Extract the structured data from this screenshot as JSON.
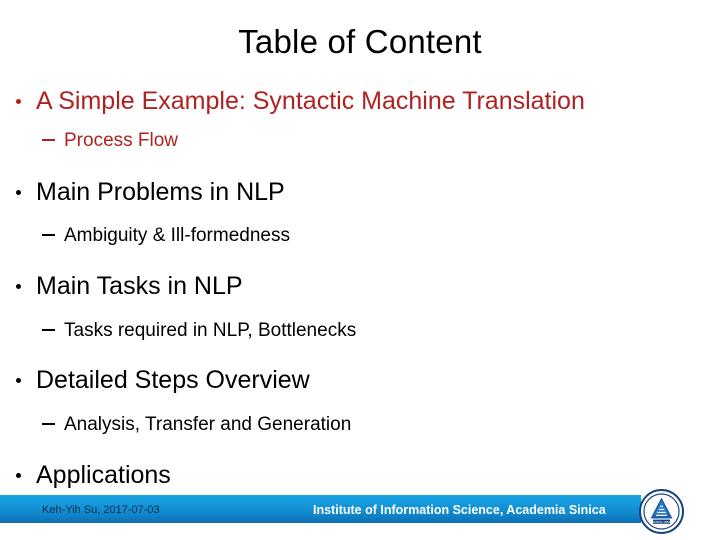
{
  "slide": {
    "title": "Table of Content",
    "background_color": "#ffffff",
    "accent_color": "#B02222",
    "text_color": "#000000",
    "outline": [
      {
        "level": 1,
        "text": "A Simple Example: Syntactic Machine Translation",
        "color": "#B02222"
      },
      {
        "level": 2,
        "text": "Process Flow",
        "color": "#B02222"
      },
      {
        "level": 1,
        "text": "Main Problems in NLP",
        "color": "#000000"
      },
      {
        "level": 2,
        "text": "Ambiguity & Ill-formedness",
        "color": "#000000"
      },
      {
        "level": 1,
        "text": "Main Tasks in NLP",
        "color": "#000000"
      },
      {
        "level": 2,
        "text": "Tasks required in NLP, Bottlenecks",
        "color": "#000000"
      },
      {
        "level": 1,
        "text": "Detailed Steps Overview",
        "color": "#000000"
      },
      {
        "level": 2,
        "text": "Analysis, Transfer and Generation",
        "color": "#000000"
      },
      {
        "level": 1,
        "text": "Applications",
        "color": "#000000"
      }
    ]
  },
  "footer": {
    "author_and_date": "Keh-Yih Su,  2017-07-03",
    "institute": "Institute of Information Science, Academia Sinica",
    "bar_color_top": "#1ba4e4",
    "bar_color_bottom": "#0d6cb0",
    "logo_name": "academia-sinica-logo",
    "logo_motto": "SINCE 1982"
  }
}
